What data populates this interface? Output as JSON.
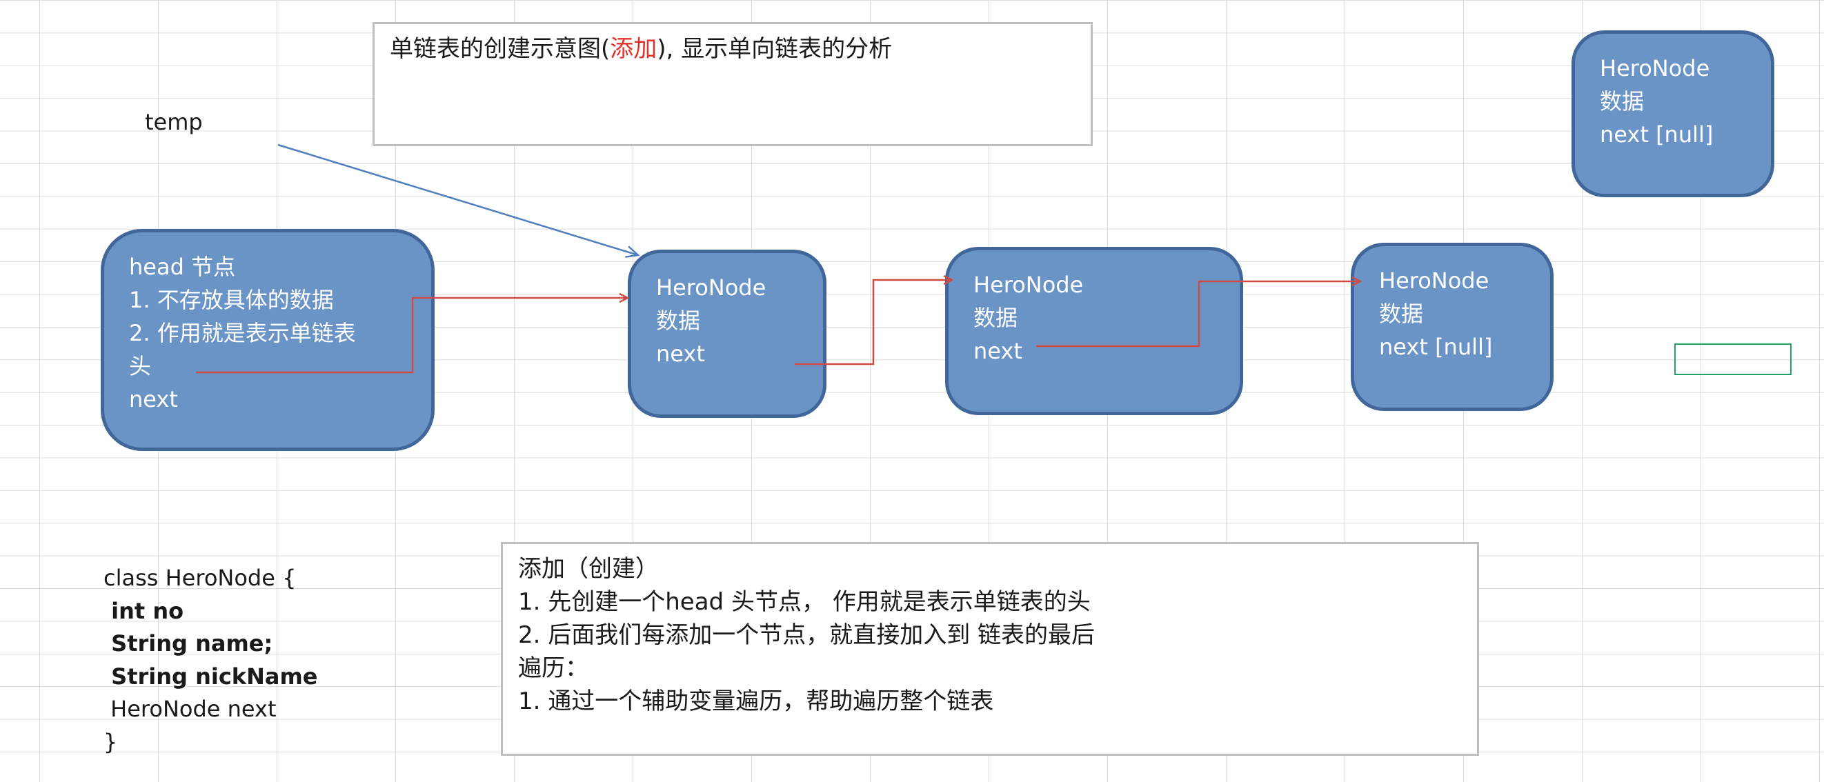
{
  "title_box": {
    "prefix": "单链表的创建示意图(",
    "highlight": "添加",
    "suffix": "), 显示单向链表的分析"
  },
  "temp_label": "temp",
  "head_node": {
    "line1": "head 节点",
    "line2": "1. 不存放具体的数据",
    "line3": "2. 作用就是表示单链表",
    "line4": "头",
    "line5": "next"
  },
  "nodes": [
    {
      "name": "HeroNode",
      "data": "数据",
      "next": "next"
    },
    {
      "name": "HeroNode",
      "data": "数据",
      "next": "next"
    },
    {
      "name": "HeroNode",
      "data": "数据",
      "next": "next [null]"
    }
  ],
  "new_node": {
    "name": "HeroNode",
    "data": "数据",
    "next": "next [null]"
  },
  "code": {
    "l1": "class HeroNode {",
    "l2": " int no",
    "l3": " String name;",
    "l4": " String nickName",
    "l5": " HeroNode next",
    "l6": "}"
  },
  "desc_box": {
    "l1": "添加（创建）",
    "l2": "1. 先创建一个head 头节点， 作用就是表示单链表的头",
    "l3": "2. 后面我们每添加一个节点，就直接加入到 链表的最后",
    "l4": "遍历：",
    "l5": "1.  通过一个辅助变量遍历，帮助遍历整个链表"
  },
  "colors": {
    "node_fill": "#6a93c6",
    "node_border": "#41679a",
    "link_arrow": "#cf4a45",
    "temp_arrow": "#4f7fbf",
    "highlight_text": "#e2312a",
    "selection": "#21a366"
  }
}
